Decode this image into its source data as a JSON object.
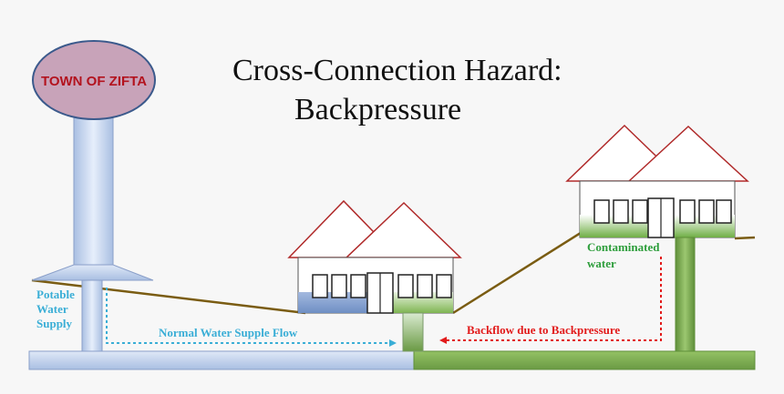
{
  "title": {
    "line1": "Cross-Connection Hazard:",
    "line2": "Backpressure"
  },
  "tower": {
    "name": "TOWN OF ZIFTA"
  },
  "labels": {
    "potable_line1": "Potable",
    "potable_line2": "Water",
    "potable_line3": "Supply",
    "normal_flow": "Normal Water Supple Flow",
    "backflow": "Backflow due to Backpressure",
    "contaminated_line1": "Contaminated",
    "contaminated_line2": "water"
  },
  "colors": {
    "potable": "#3aaed6",
    "backflow": "#e21b1b",
    "contaminated": "#2e9e3c",
    "clean_pipe": "#c9d9ef",
    "dirty_pipe": "#78a84f",
    "ground": "#7a5c12",
    "roof": "#b02a2a",
    "tower_text": "#b3131e"
  }
}
